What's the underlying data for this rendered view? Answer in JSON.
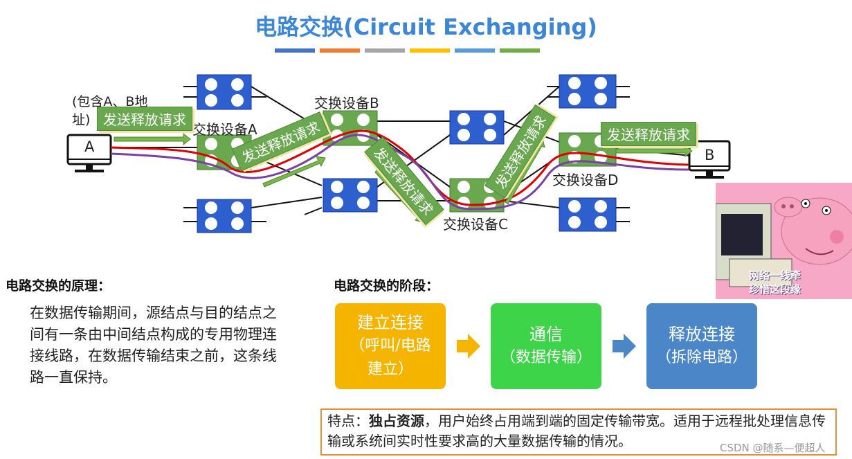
{
  "title": "电路交换(Circuit Exchanging)",
  "stripe_colors": [
    "#4472c4",
    "#ed7d31",
    "#a5a5a5",
    "#ffc000",
    "#5b9bd5",
    "#70ad47"
  ],
  "diagram": {
    "host_a": "A",
    "host_b": "B",
    "host_a_note": "(包含A、B地\n址)",
    "switch_a": "交换设备A",
    "switch_b": "交换设备B",
    "switch_c": "交换设备C",
    "switch_d": "交换设备D",
    "release_request": "发送释放请求"
  },
  "principle": {
    "heading": "电路交换的原理：",
    "body": "在数据传输期间，源结点与目的结点之间有一条由中间结点构成的专用物理连接线路，在数据传输结束之前，这条线路一直保持。"
  },
  "stages": {
    "heading": "电路交换的阶段：",
    "items": [
      {
        "label": "建立连接",
        "sub": "（呼叫/电路建立）",
        "color": "#f5b400"
      },
      {
        "label": "通信",
        "sub": "（数据传输）",
        "color": "#3ed44a"
      },
      {
        "label": "释放连接",
        "sub": "（拆除电路）",
        "color": "#4a86c8"
      }
    ]
  },
  "feature": {
    "prefix": "特点：",
    "bold": "独占资源",
    "rest": "，用户始终占用端到端的固定传输带宽。适用于远程批处理信息传输或系统间实时性要求高的大量数据传输的情况。"
  },
  "image_caption": "网络一线牵\n珍惜这段缘",
  "csdn_credit": "CSDN @随系—便超人"
}
